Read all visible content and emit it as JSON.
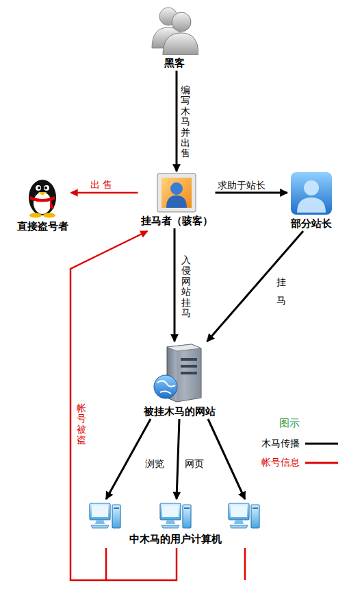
{
  "diagram": {
    "nodes": [
      {
        "text": [
          "黑客"
        ]
      },
      {
        "text": [
          "直接盗号者"
        ]
      },
      {
        "text": [
          "挂马者（骇客）"
        ]
      },
      {
        "text": [
          "部分站长"
        ]
      },
      {
        "text": [
          "被挂木马的网站"
        ]
      },
      {
        "text": [
          "中木马的用户计算机"
        ]
      }
    ],
    "edges": [
      {
        "from": 0,
        "to": 2,
        "label": "编写木马并出售",
        "arrow": "to"
      },
      {
        "from": 2,
        "to": 1,
        "label": "出 售",
        "arrow": "to"
      },
      {
        "from": 2,
        "to": 3,
        "label": "求助于站长",
        "arrow": "to"
      },
      {
        "from": 2,
        "to": 4,
        "label": "入侵网站挂马",
        "arrow": "to"
      },
      {
        "from": 3,
        "to": 4,
        "label": "挂 马",
        "arrow": "to"
      },
      {
        "from": 4,
        "to": 5,
        "label": "浏览",
        "arrow": "to"
      },
      {
        "from": 4,
        "to": 5,
        "label": "网页",
        "arrow": "to"
      },
      {
        "from": 4,
        "to": 5,
        "arrow": "to"
      },
      {
        "from": 5,
        "to": 2,
        "label": "帐号被盗",
        "arrow": "to"
      }
    ],
    "labels": [
      "图示"
    ],
    "legend": [
      {
        "text": "木马传播"
      },
      {
        "text": "帐号信息"
      }
    ]
  }
}
